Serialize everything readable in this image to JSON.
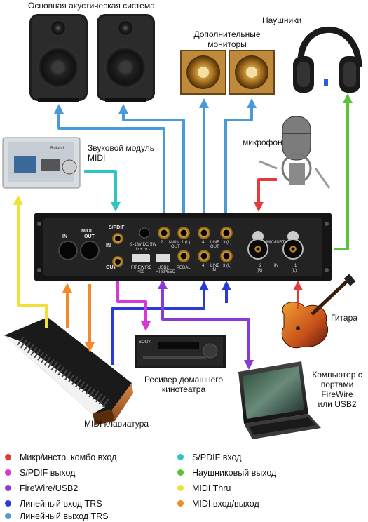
{
  "labels": {
    "main_speakers": "Основная акустическая система",
    "headphones": "Наушники",
    "extra_monitors_1": "Дополнительные",
    "extra_monitors_2": "мониторы",
    "midi_module_1": "Звуковой модуль",
    "midi_module_2": "MIDI",
    "microphone": "микрофон",
    "guitar": "Гитара",
    "receiver_1": "Ресивер домашнего",
    "receiver_2": "кинотеатра",
    "computer_1": "Компьютер с",
    "computer_2": "портами",
    "computer_3": "FireWire",
    "computer_4": "или USB2",
    "midi_keyboard": "MIDI клавиатура"
  },
  "panel": {
    "midi": "MIDI",
    "midi_in": "IN",
    "midi_out": "OUT",
    "spdif": "S/PDIF",
    "spdif_in": "IN",
    "spdif_out": "OUT",
    "power": "9-18V DC 5W",
    "power_sub": "tip + or -",
    "firewire": "FIREWIRE",
    "firewire_sub": "400",
    "usb2": "USB2",
    "usb2_sub": "HI-SPEED",
    "pedal": "PEDAL",
    "main_out": "MAIN",
    "main_out_2": "OUT",
    "ch2": "2",
    "ch1l": "1 (L)",
    "ch4": "4",
    "ch3l": "3 (L)",
    "line_out": "LINE",
    "line_out_2": "OUT",
    "line_in": "LINE",
    "line_in_2": "IN",
    "mic_inst": "MIC/INST",
    "mic2": "2",
    "mic_r": "(R)",
    "mic_in": "IN",
    "mic1": "1",
    "mic_l": "(L)"
  },
  "device_text": {
    "roland": "Roland",
    "sony": "SONY"
  },
  "legend": [
    {
      "color": "#e53a3a",
      "label": "Микр/инстр. комбо вход"
    },
    {
      "color": "#d63ad6",
      "label": "S/PDIF выход"
    },
    {
      "color": "#8a3ad6",
      "label": "FireWire/USB2"
    },
    {
      "color": "#2a3ad6",
      "label": "Линейный вход TRS"
    },
    {
      "color": "#4a9ad6",
      "label": "Линейный выход TRS"
    },
    {
      "color": "#2ec4c4",
      "label": "S/PDIF вход"
    },
    {
      "color": "#5cc23a",
      "label": "Наушниковый выход"
    },
    {
      "color": "#f0e03a",
      "label": "MIDI Thru"
    },
    {
      "color": "#f08a2a",
      "label": "MIDI вход/выход"
    }
  ]
}
